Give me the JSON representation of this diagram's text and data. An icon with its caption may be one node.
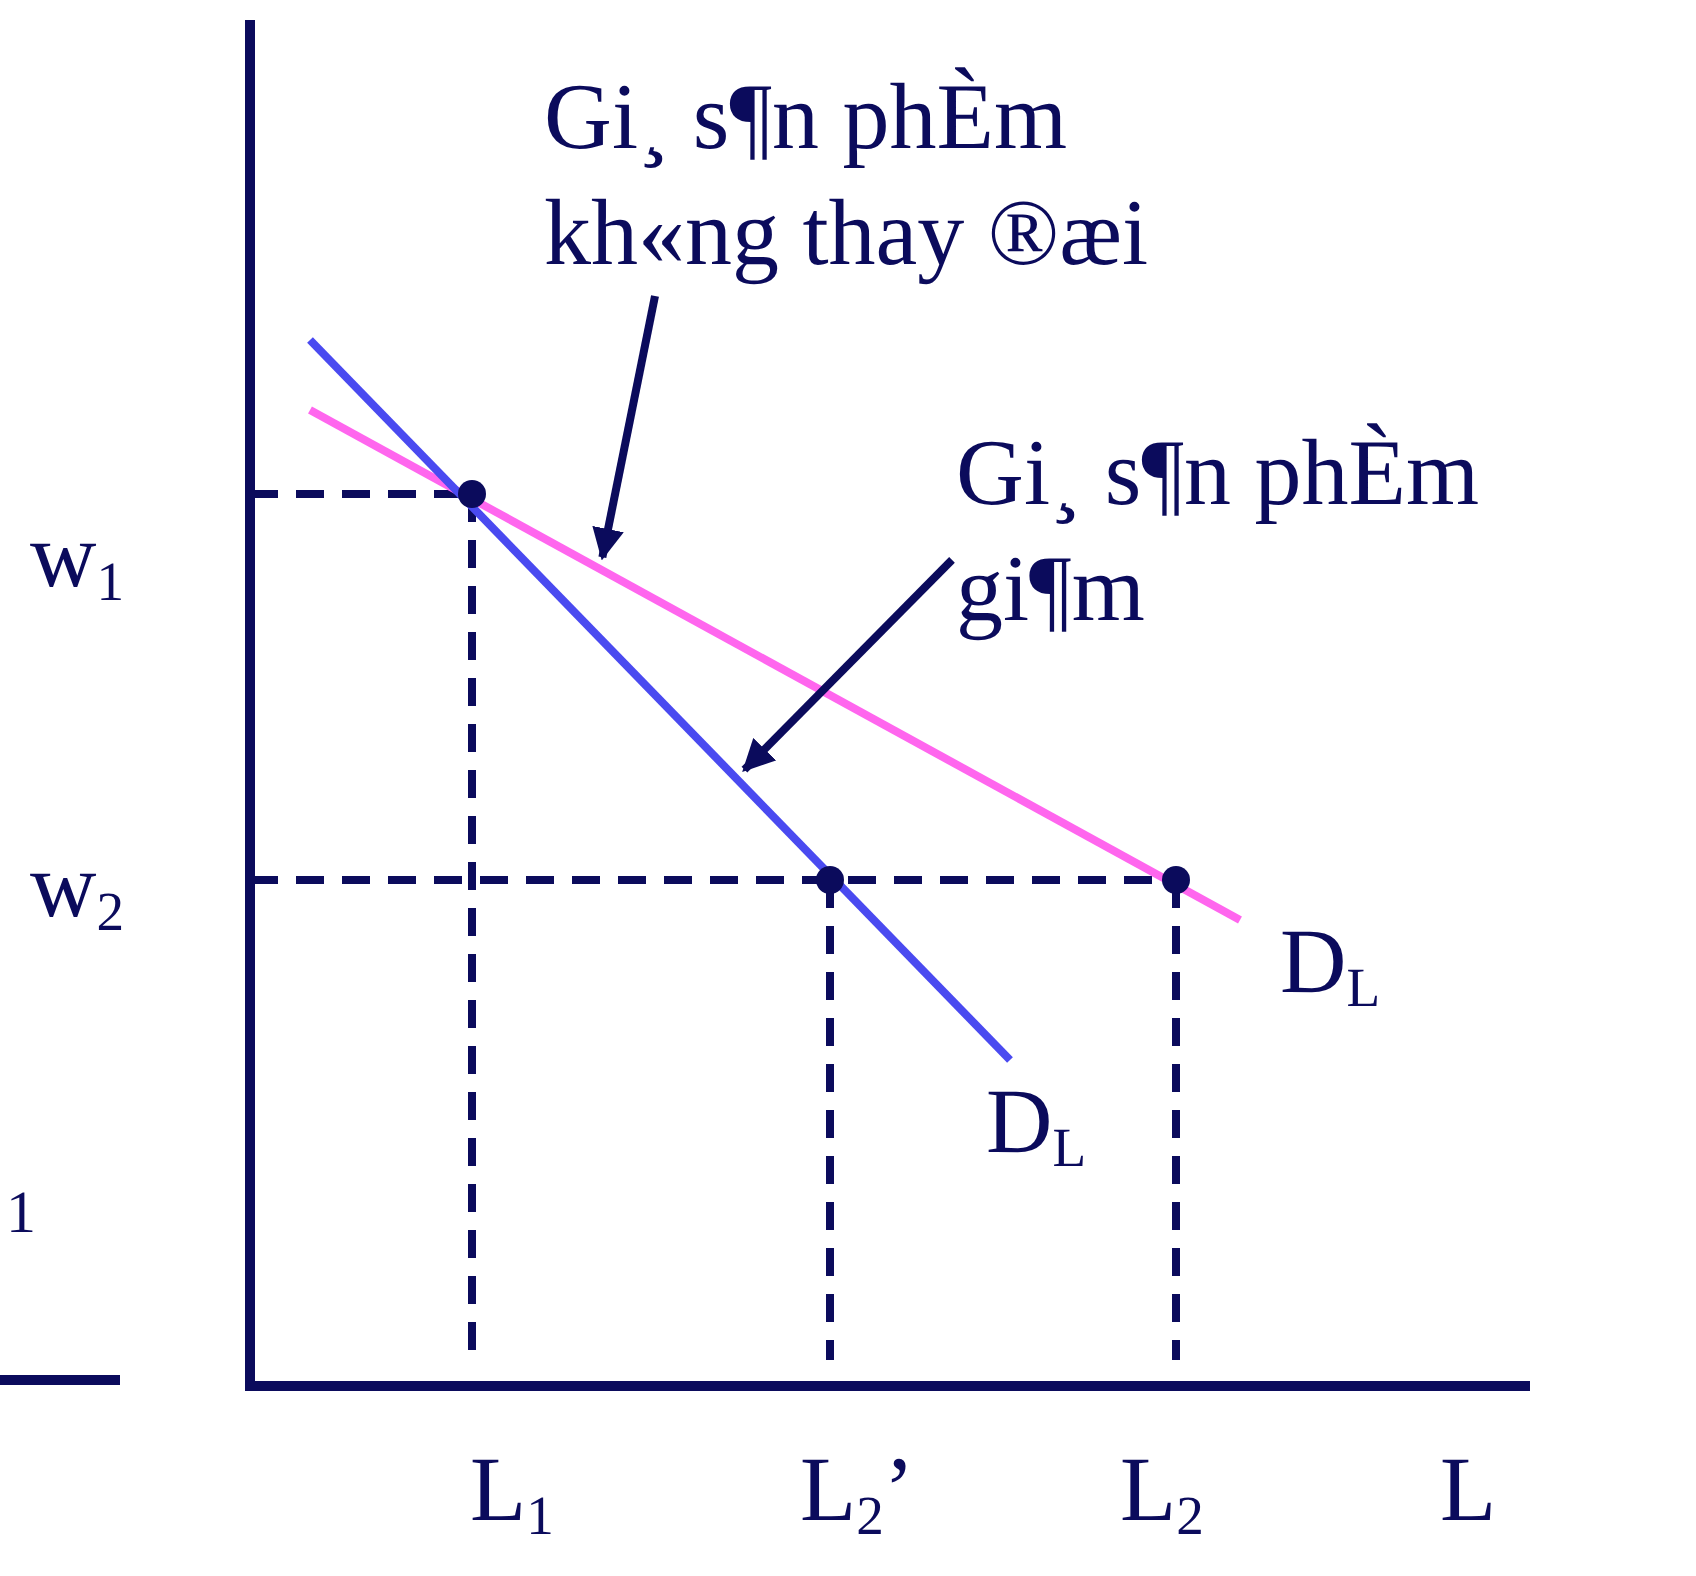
{
  "diagram": {
    "nodes": [
      {
        "text": [
          "Gi¸ s¶n phÈm kh«ng thay ®æi"
        ]
      },
      {
        "text": [],
        "shape": "line"
      },
      {
        "text": [
          "Gi¸ s¶n phÈm gi¶m"
        ]
      },
      {
        "text": [],
        "shape": "line"
      }
    ],
    "edges": [
      {
        "from": 0,
        "to": 1,
        "arrow": "to"
      },
      {
        "from": 2,
        "to": 3,
        "arrow": "to"
      }
    ],
    "labels": [
      "w$_{1}$",
      "w$_{2}$",
      "D$_{L}$",
      "D$_{L}$",
      "1",
      "L$_{1}$",
      "L$_{2}$’",
      "L$_{2}$",
      "L"
    ]
  }
}
